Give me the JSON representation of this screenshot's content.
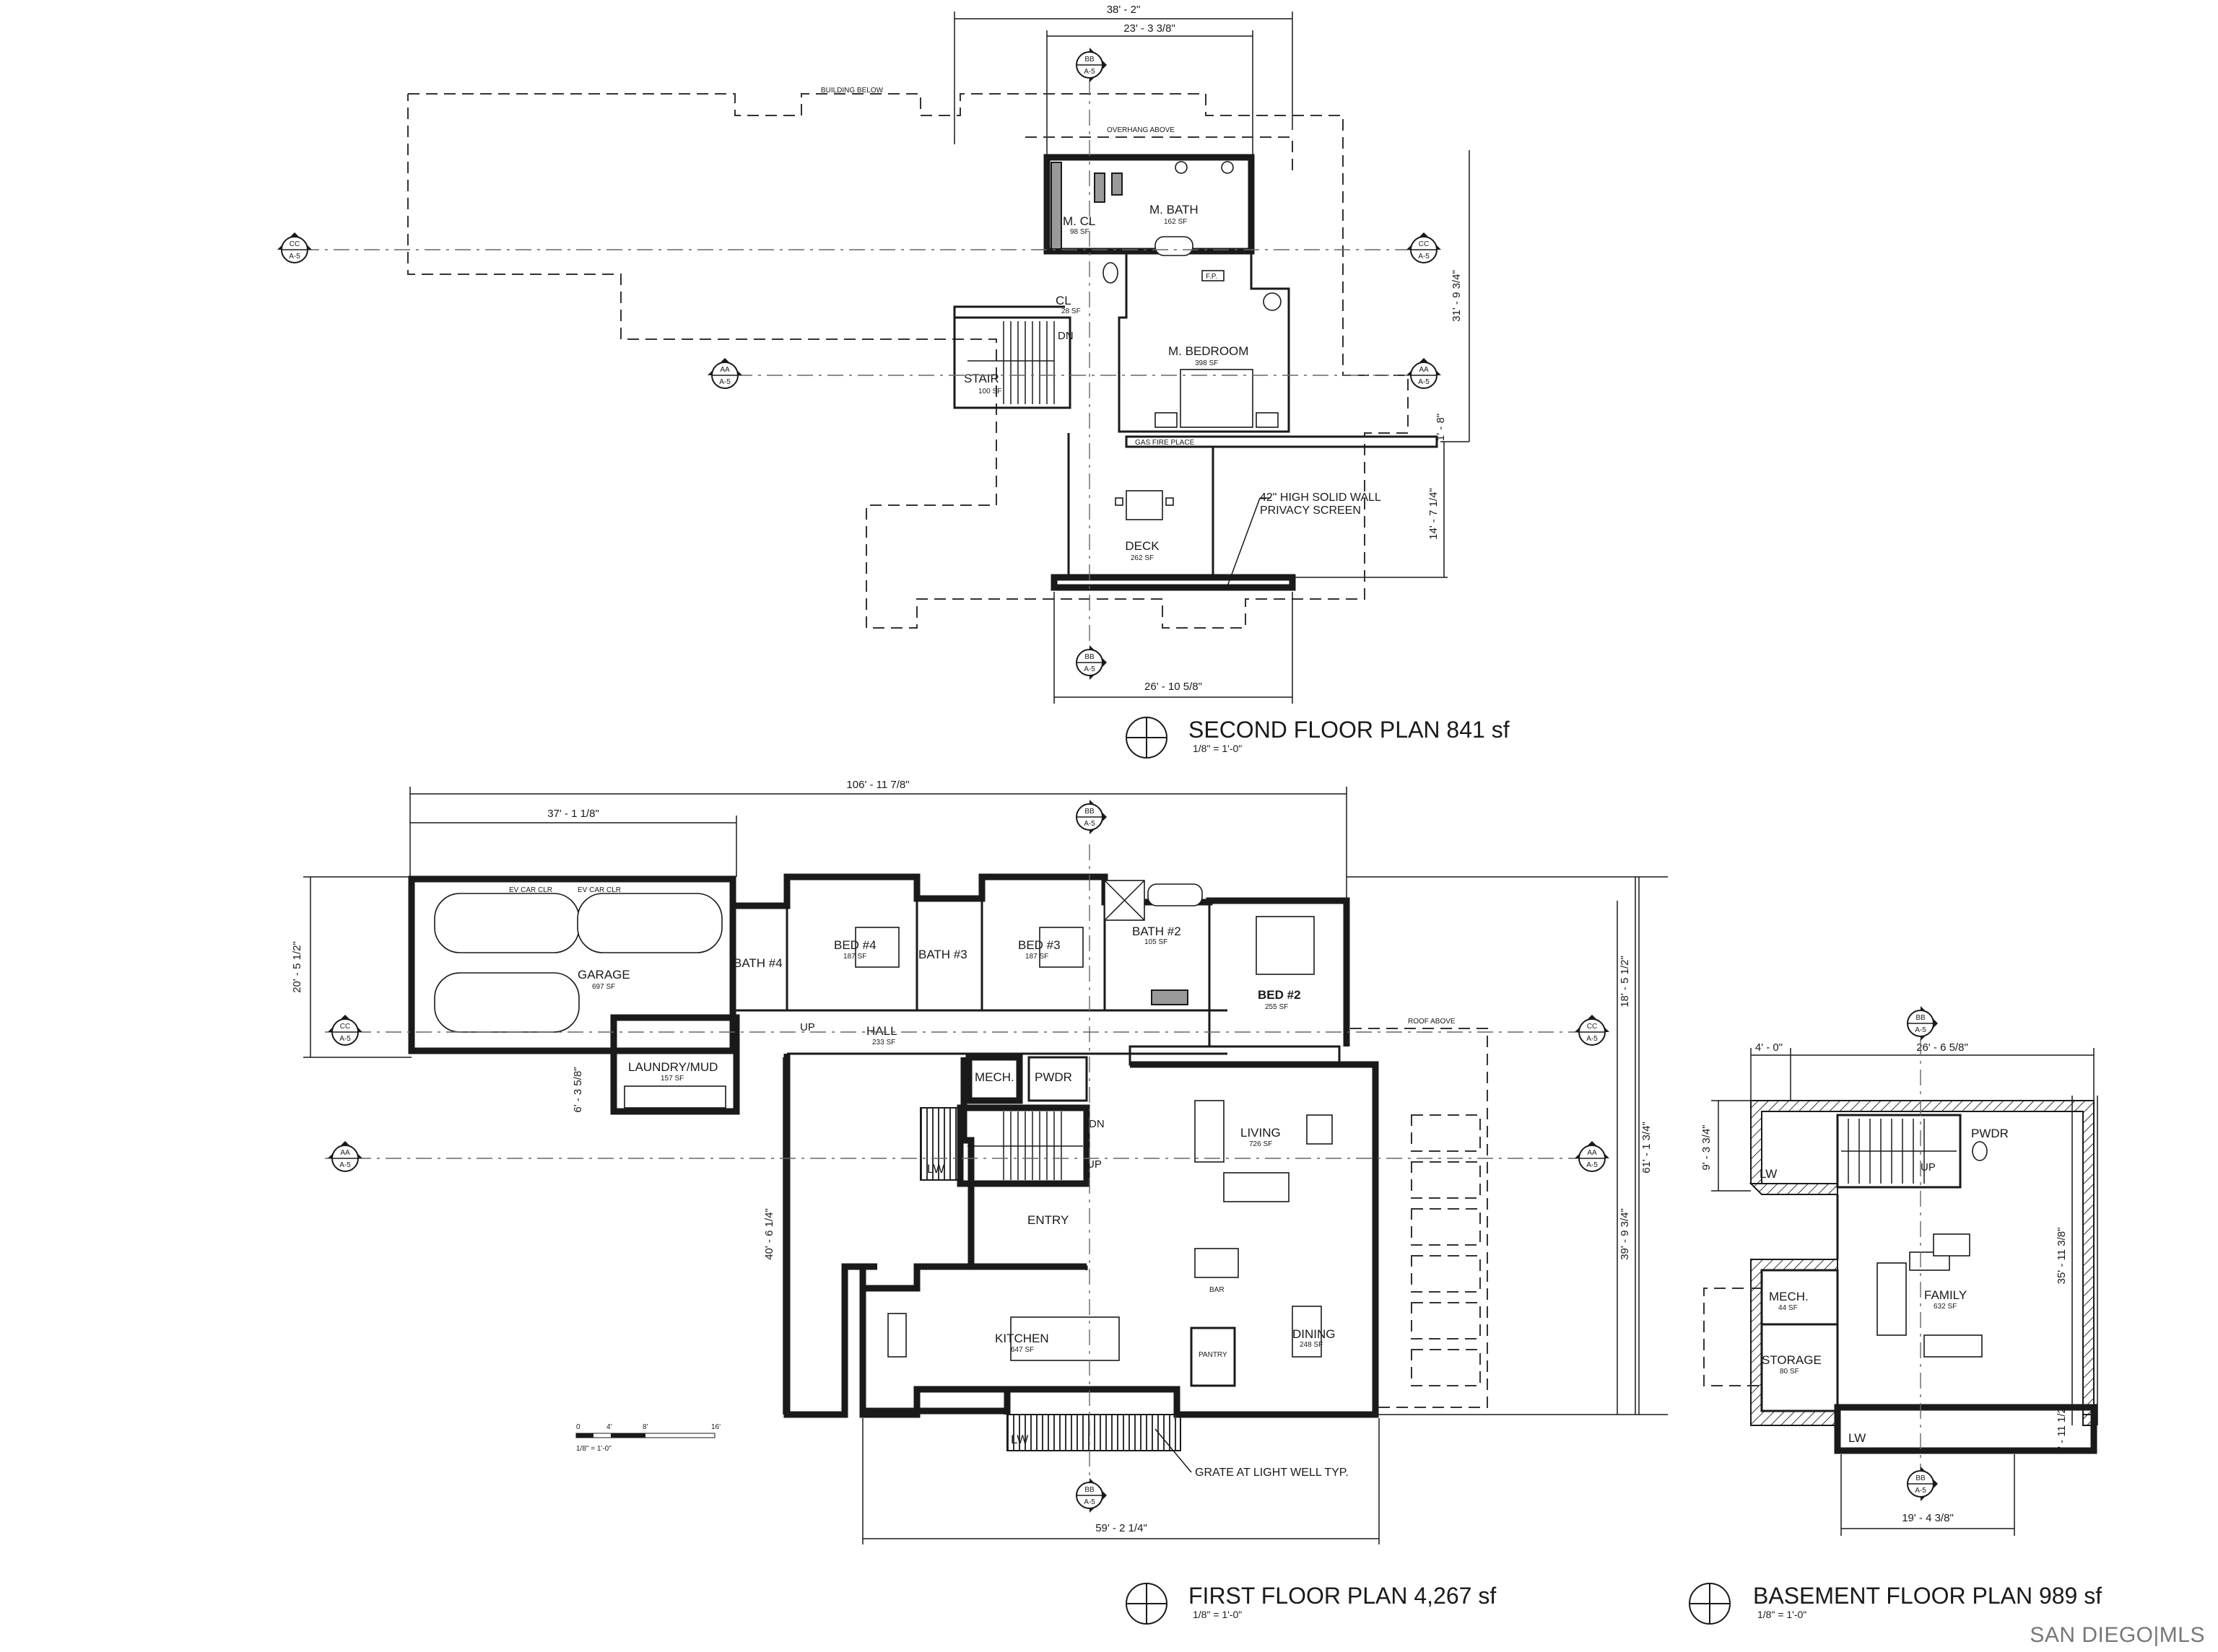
{
  "second_floor": {
    "title": "SECOND FLOOR PLAN 841 sf",
    "scale": "1/8\" = 1'-0\"",
    "dims": [
      "38' - 2\"",
      "23' - 3 3/8\"",
      "31' - 9 3/4\"",
      "1' - 8\"",
      "14' - 7 1/4\"",
      "26' - 10 5/8\""
    ],
    "notes": [
      "BUILDING BELOW",
      "OVERHANG ABOVE",
      "GAS FIRE PLACE",
      "F.P.",
      "42\" HIGH SOLID WALL",
      "PRIVACY SCREEN"
    ],
    "rooms": [
      {
        "name": "M. BATH",
        "area": "162 SF"
      },
      {
        "name": "M. CL",
        "area": "98 SF"
      },
      {
        "name": "CL",
        "area": "28 SF"
      },
      {
        "name": "M. BEDROOM",
        "area": "398 SF"
      },
      {
        "name": "STAIR",
        "area": "100 SF"
      },
      {
        "name": "DECK",
        "area": "262 SF"
      }
    ],
    "dn": "DN"
  },
  "first_floor": {
    "title": "FIRST FLOOR PLAN 4,267 sf",
    "scale": "1/8\" = 1'-0\"",
    "dims": [
      "106' - 11 7/8\"",
      "37' - 1 1/8\"",
      "20' - 5 1/2\"",
      "6' - 3 5/8\"",
      "18' - 5 1/2\"",
      "61' - 1 3/4\"",
      "40' - 6 1/4\"",
      "39' - 9 3/4\"",
      "59' - 2 1/4\""
    ],
    "notes": [
      "ROOF ABOVE",
      "GRATE AT LIGHT WELL TYP.",
      "LW",
      "DN",
      "UP",
      "BAR",
      "PANTRY",
      "EV CAR CLR",
      "EV CAR CLR"
    ],
    "rooms": [
      {
        "name": "GARAGE",
        "area": "697 SF"
      },
      {
        "name": "LAUNDRY/MUD",
        "area": "157 SF"
      },
      {
        "name": "BATH #4",
        "area": ""
      },
      {
        "name": "BED #4",
        "area": "187 SF"
      },
      {
        "name": "BATH #3",
        "area": ""
      },
      {
        "name": "BED #3",
        "area": "187 SF"
      },
      {
        "name": "BATH #2",
        "area": "105 SF"
      },
      {
        "name": "BED #2",
        "area": "255 SF"
      },
      {
        "name": "HALL",
        "area": "233 SF"
      },
      {
        "name": "MECH.",
        "area": ""
      },
      {
        "name": "PWDR",
        "area": ""
      },
      {
        "name": "LIVING",
        "area": "726 SF"
      },
      {
        "name": "ENTRY",
        "area": ""
      },
      {
        "name": "KITCHEN",
        "area": "647 SF"
      },
      {
        "name": "DINING",
        "area": "248 SF"
      }
    ],
    "scale_bar": {
      "ticks": [
        "0",
        "4'",
        "8'",
        "16'"
      ],
      "label": "1/8\" = 1'-0\""
    }
  },
  "basement": {
    "title": "BASEMENT FLOOR PLAN 989 sf",
    "scale": "1/8\" = 1'-0\"",
    "dims": [
      "4' - 0\"",
      "26' - 6 5/8\"",
      "9' - 3 3/4\"",
      "35' - 11 3/8\"",
      "3' - 11 1/2\"",
      "19' - 4 3/8\""
    ],
    "rooms": [
      {
        "name": "PWDR",
        "area": ""
      },
      {
        "name": "FAMILY",
        "area": "632 SF"
      },
      {
        "name": "MECH.",
        "area": "44 SF"
      },
      {
        "name": "STORAGE",
        "area": "80 SF"
      }
    ],
    "notes": [
      "LW",
      "UP",
      "LW"
    ]
  },
  "section_markers": {
    "bb": "BB",
    "cc": "CC",
    "aa": "AA",
    "sheet": "A-5"
  },
  "watermark": "SAN DIEGO|MLS"
}
